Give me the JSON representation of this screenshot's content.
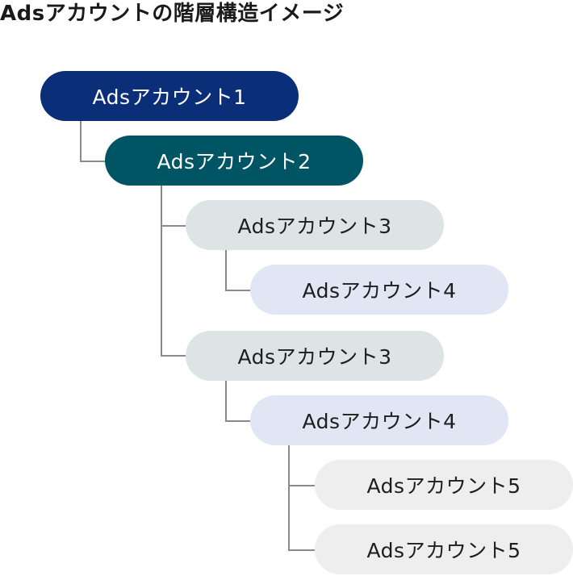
{
  "title": "Adsアカウントの階層構造イメージ",
  "nodes": [
    {
      "label": "Adsアカウント1",
      "level": 1
    },
    {
      "label": "Adsアカウント2",
      "level": 2
    },
    {
      "label": "Adsアカウント3",
      "level": 3
    },
    {
      "label": "Adsアカウント4",
      "level": 4
    },
    {
      "label": "Adsアカウント3",
      "level": 3
    },
    {
      "label": "Adsアカウント4",
      "level": 4
    },
    {
      "label": "Adsアカウント5",
      "level": 5
    },
    {
      "label": "Adsアカウント5",
      "level": 5
    }
  ],
  "colors": {
    "level1": "#0b2e79",
    "level2": "#005565",
    "level3": "#dde4e5",
    "level4": "#e0e6f3",
    "level5": "#eeeeee",
    "connector": "#8a8a8a"
  }
}
